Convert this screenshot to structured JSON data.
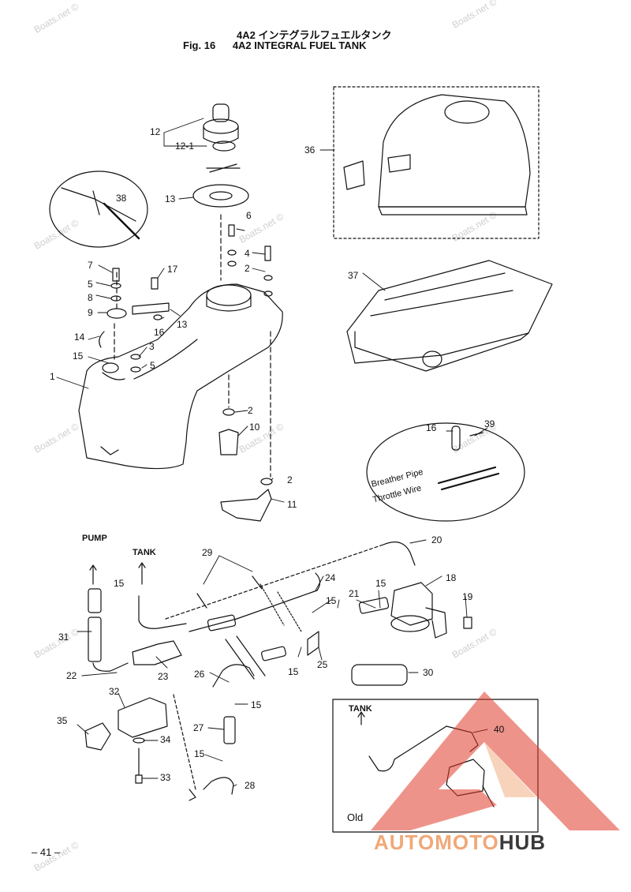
{
  "header": {
    "title_jp": "4A2 インテグラルフュエルタンク",
    "fig_label": "Fig. 16",
    "title_en": "4A2 INTEGRAL FUEL TANK"
  },
  "watermark_text": "Boats.net ©",
  "callouts": {
    "c12": "12",
    "c12_1": "12-1",
    "c13a": "13",
    "c38": "38",
    "c36": "36",
    "c6": "6",
    "c4": "4",
    "c2a": "2",
    "c7": "7",
    "c5a": "5",
    "c8": "8",
    "c9": "9",
    "c17": "17",
    "c16a": "16",
    "c13b": "13",
    "c14": "14",
    "c15a": "15",
    "c3": "3",
    "c5b": "5",
    "c1": "1",
    "c37": "37",
    "c2b": "2",
    "c10": "10",
    "c2c": "2",
    "c11": "11",
    "c16b": "16",
    "c39": "39",
    "c20": "20",
    "c29": "29",
    "c24": "24",
    "c18": "18",
    "c15b": "15",
    "c15c": "15",
    "c15d": "15",
    "c21": "21",
    "c19": "19",
    "c31": "31",
    "c22": "22",
    "c23": "23",
    "c25": "25",
    "c15e": "15",
    "c30": "30",
    "c26": "26",
    "c15f": "15",
    "c32": "32",
    "c35": "35",
    "c34": "34",
    "c27": "27",
    "c33": "33",
    "c15g": "15",
    "c28": "28",
    "c40": "40"
  },
  "labels": {
    "pump": "PUMP",
    "tank": "TANK",
    "tank_old": "TANK",
    "breather_pipe": "Breather Pipe",
    "throttle_wire": "Throttle Wire",
    "old": "Old"
  },
  "page_number": "– 41 –",
  "logo": {
    "part1": "AUTOMOTO",
    "part2": "HUB"
  },
  "colors": {
    "ink": "#111111",
    "watermark": "#cfcfcf",
    "logo_red": "#e03a2a",
    "logo_orange": "#f0a878"
  }
}
